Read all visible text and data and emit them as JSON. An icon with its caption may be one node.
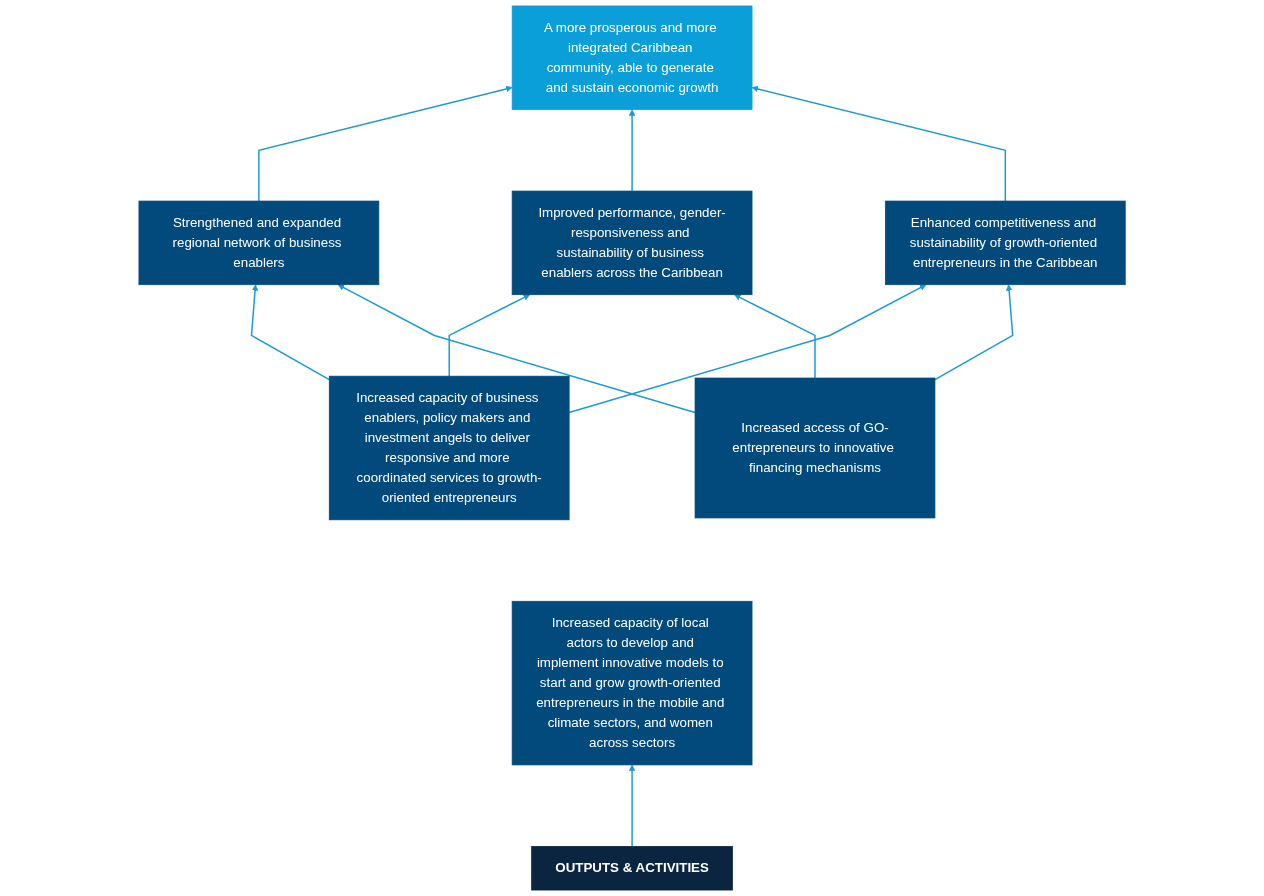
{
  "diagram": {
    "nodes": [
      {
        "text": [
          "A more prosperous and more integrated Caribbean community, able to generate and sustain economic growth"
        ]
      },
      {
        "text": [
          "Strengthened and expanded regional network of business enablers"
        ]
      },
      {
        "text": [
          "Improved performance, gender-responsiveness and sustainability of business enablers across the Caribbean"
        ]
      },
      {
        "text": [
          "Enhanced competitiveness and sustainability of growth-oriented entrepreneurs in the Caribbean"
        ]
      },
      {
        "text": [
          "Increased capacity of business enablers, policy makers and investment angels to deliver responsive and more coordinated services to growth-oriented entrepreneurs"
        ]
      },
      {
        "text": [
          "Increased capacity of local actors to develop and implement innovative models to start and grow growth-oriented entrepreneurs in the mobile and climate sectors, and women across sectors"
        ]
      },
      {
        "text": [
          "Increased access of GO-entrepreneurs to innovative financing mechanisms"
        ]
      },
      {
        "text": [
          "OUTPUTS & ACTIVITIES"
        ]
      }
    ],
    "edges": [
      {
        "from": 1,
        "to": 0,
        "arrow": "to"
      },
      {
        "from": 2,
        "to": 0,
        "arrow": "to"
      },
      {
        "from": 3,
        "to": 0,
        "arrow": "to"
      },
      {
        "from": 4,
        "to": 1,
        "arrow": "to"
      },
      {
        "from": 4,
        "to": 2,
        "arrow": "to"
      },
      {
        "from": 4,
        "to": 3,
        "arrow": "to"
      },
      {
        "from": 6,
        "to": 1,
        "arrow": "to"
      },
      {
        "from": 6,
        "to": 2,
        "arrow": "to"
      },
      {
        "from": 6,
        "to": 3,
        "arrow": "to"
      },
      {
        "from": 7,
        "to": 5,
        "arrow": "to"
      }
    ]
  }
}
